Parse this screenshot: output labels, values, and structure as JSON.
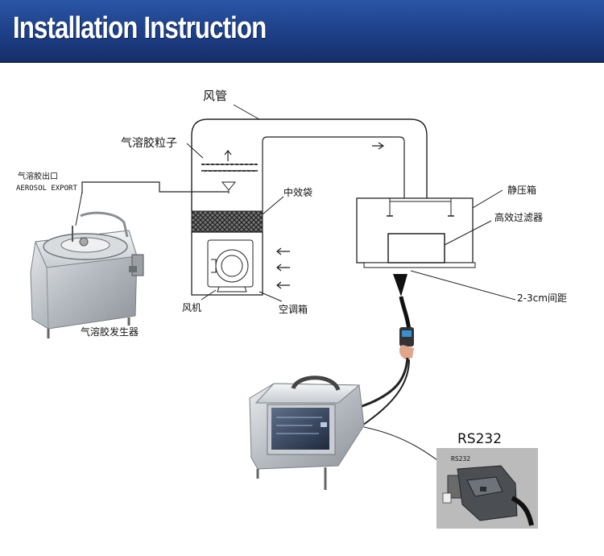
{
  "header": {
    "title": "Installation Instruction",
    "colors": {
      "background": "#1d3f86",
      "text": "#ffffff"
    }
  },
  "diagram": {
    "labels": {
      "air_duct": "风管",
      "aerosol_particles": "气溶胶粒子",
      "aerosol_outlet_cn": "气溶胶出口",
      "aerosol_outlet_en": "AEROSOL EXPORT",
      "medium_bag": "中效袋",
      "static_box": "静压箱",
      "hepa_filter": "高效过滤器",
      "gap": "2-3cm间距",
      "fan": "风机",
      "ahu": "空调箱",
      "generator": "气溶胶发生器",
      "rs232": "RS232",
      "rs232_small": "RS232"
    },
    "icons": [
      "aerosol-generator-icon",
      "particle-counter-icon",
      "sampling-probe-icon",
      "rs232-connector-icon",
      "fan-icon"
    ]
  }
}
